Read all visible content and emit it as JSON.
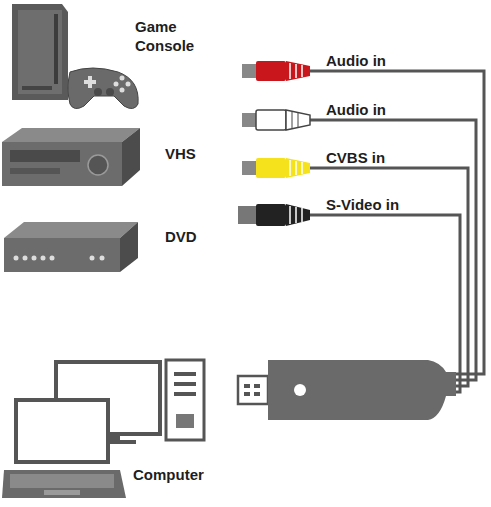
{
  "diagram": {
    "labels": [
      "Game Console",
      "VHS",
      "DVD",
      "Audio in",
      "Audio in",
      "CVBS in",
      "S-Video in",
      "Computer"
    ]
  }
}
